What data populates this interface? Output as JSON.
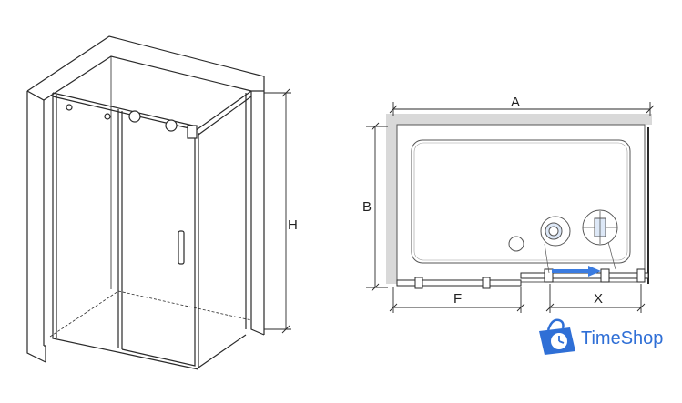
{
  "labels": {
    "height": "H",
    "width": "A",
    "depth": "B",
    "fixed_panel": "F",
    "door_opening": "X"
  },
  "brand": {
    "name": "TimeShop",
    "icon": "shopping-bag-clock-icon",
    "color": "#2f6fd6"
  },
  "colors": {
    "line": "#2a2a2a",
    "wall_fill": "#d9d9d9",
    "tray_stroke": "#555555",
    "arrow": "#3a7be0"
  }
}
